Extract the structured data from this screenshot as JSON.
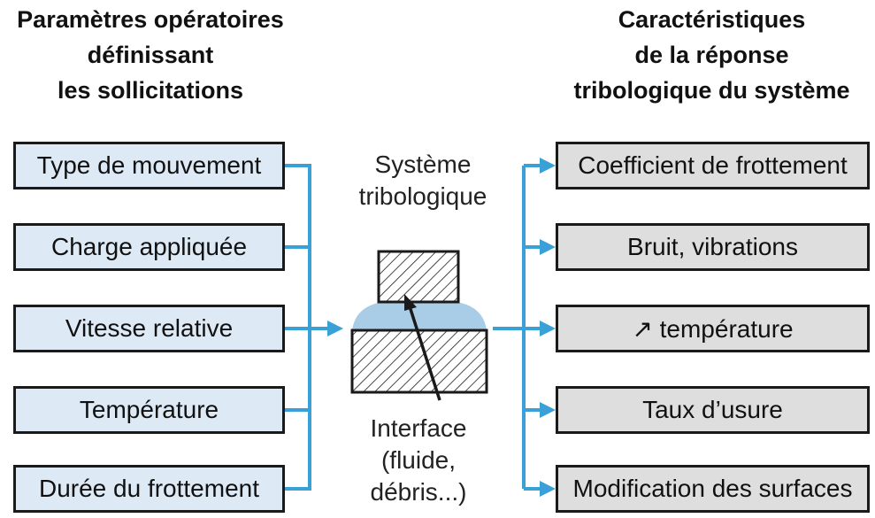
{
  "left_heading": [
    "Paramètres opératoires",
    "définissant",
    "les sollicitations"
  ],
  "right_heading": [
    "Caractéristiques",
    "de la réponse",
    "tribologique du système"
  ],
  "inputs": [
    "Type de mouvement",
    "Charge appliquée",
    "Vitesse relative",
    "Température",
    "Durée du frottement"
  ],
  "outputs": [
    "Coefficient de frottement",
    "Bruit, vibrations",
    "↗ température",
    "Taux d’usure",
    "Modification des surfaces"
  ],
  "center_label": [
    "Système",
    "tribologique"
  ],
  "interface_label": [
    "Interface",
    "(fluide,",
    "débris...)"
  ],
  "colors": {
    "connector": "#3aa0d8",
    "input_fill": "#ddeaf6",
    "output_fill": "#dedede",
    "interface_fluid": "#a9cde6"
  }
}
